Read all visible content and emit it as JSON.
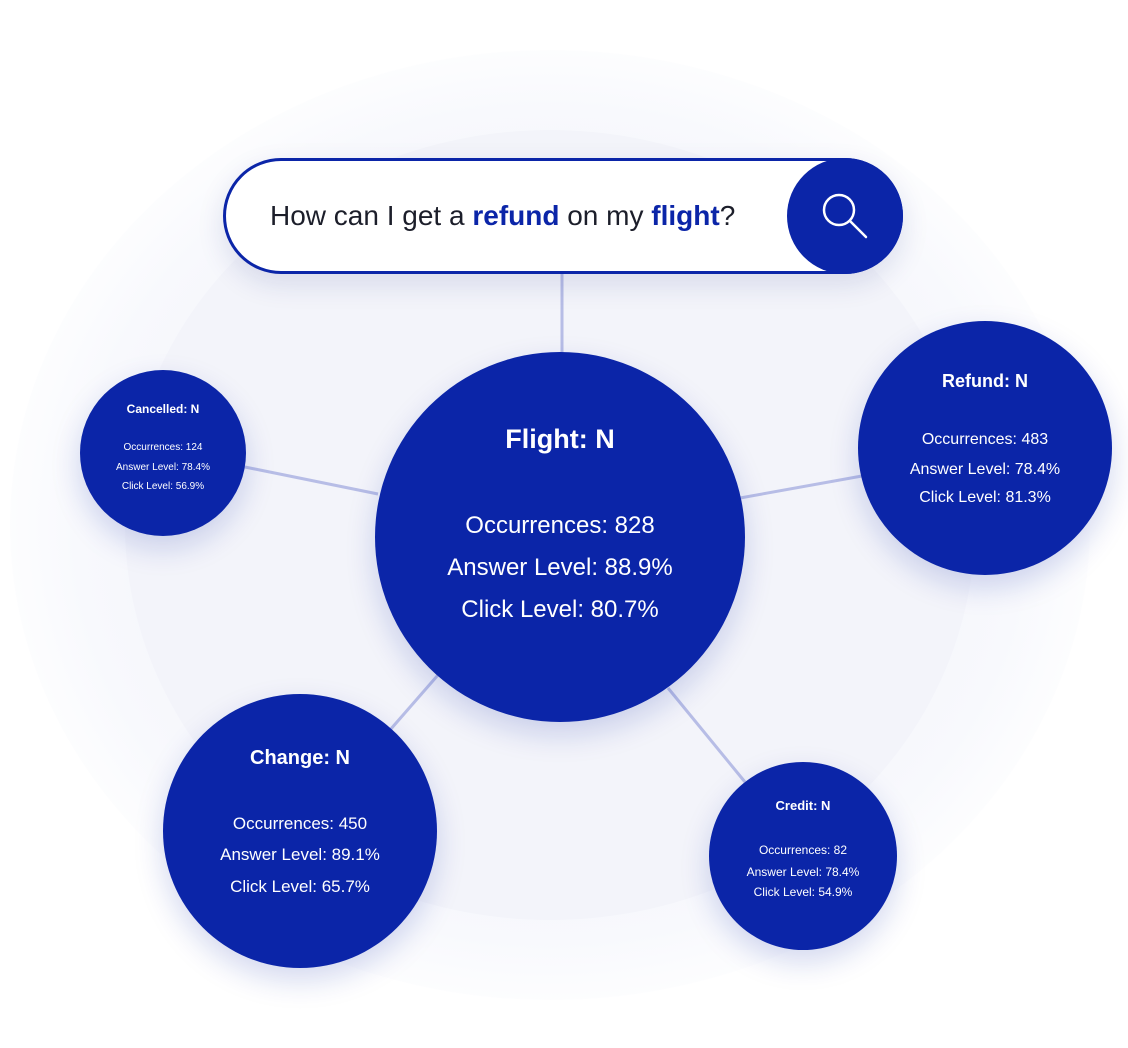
{
  "search": {
    "parts": [
      {
        "text": "How can I get a ",
        "highlight": false
      },
      {
        "text": "refund",
        "highlight": true
      },
      {
        "text": " on my ",
        "highlight": false
      },
      {
        "text": "flight",
        "highlight": true
      },
      {
        "text": "?",
        "highlight": false
      }
    ],
    "button_icon": "search-icon"
  },
  "nodes": {
    "flight": {
      "title": "Flight: N",
      "occurrences": "Occurrences: 828",
      "answer_level": "Answer Level: 88.9%",
      "click_level": "Click Level: 80.7%"
    },
    "refund": {
      "title": "Refund: N",
      "occurrences": "Occurrences: 483",
      "answer_level": "Answer Level: 78.4%",
      "click_level": "Click Level: 81.3%"
    },
    "cancelled": {
      "title": "Cancelled: N",
      "occurrences": "Occurrences: 124",
      "answer_level": "Answer Level: 78.4%",
      "click_level": "Click Level: 56.9%"
    },
    "change": {
      "title": "Change: N",
      "occurrences": "Occurrences: 450",
      "answer_level": "Answer Level: 89.1%",
      "click_level": "Click Level: 65.7%"
    },
    "credit": {
      "title": "Credit: N",
      "occurrences": "Occurrences: 82",
      "answer_level": "Answer Level: 78.4%",
      "click_level": "Click Level: 54.9%"
    }
  },
  "colors": {
    "node_fill": "#0b25a8",
    "connector": "#b7bde6",
    "highlight_text": "#0b25a8"
  }
}
